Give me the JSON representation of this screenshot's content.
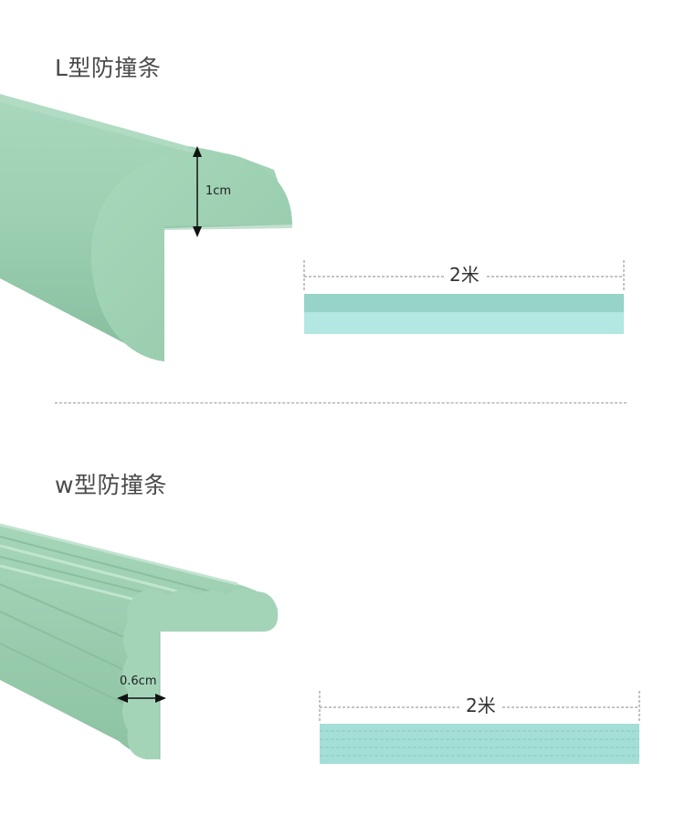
{
  "sections": {
    "l_type": {
      "title": "L型防撞条",
      "thickness": "1cm",
      "length": "2米"
    },
    "w_type": {
      "title": "w型防撞条",
      "thickness": "0.6cm",
      "length": "2米"
    }
  },
  "colors": {
    "strip_green": "#9ccfb2",
    "strip_dark": "#7fb496",
    "strip_face": "#a5d6b9",
    "teal_top": "#96d3c8",
    "teal_bottom": "#b3e7e1",
    "teal_w": "#a4dfd7"
  }
}
